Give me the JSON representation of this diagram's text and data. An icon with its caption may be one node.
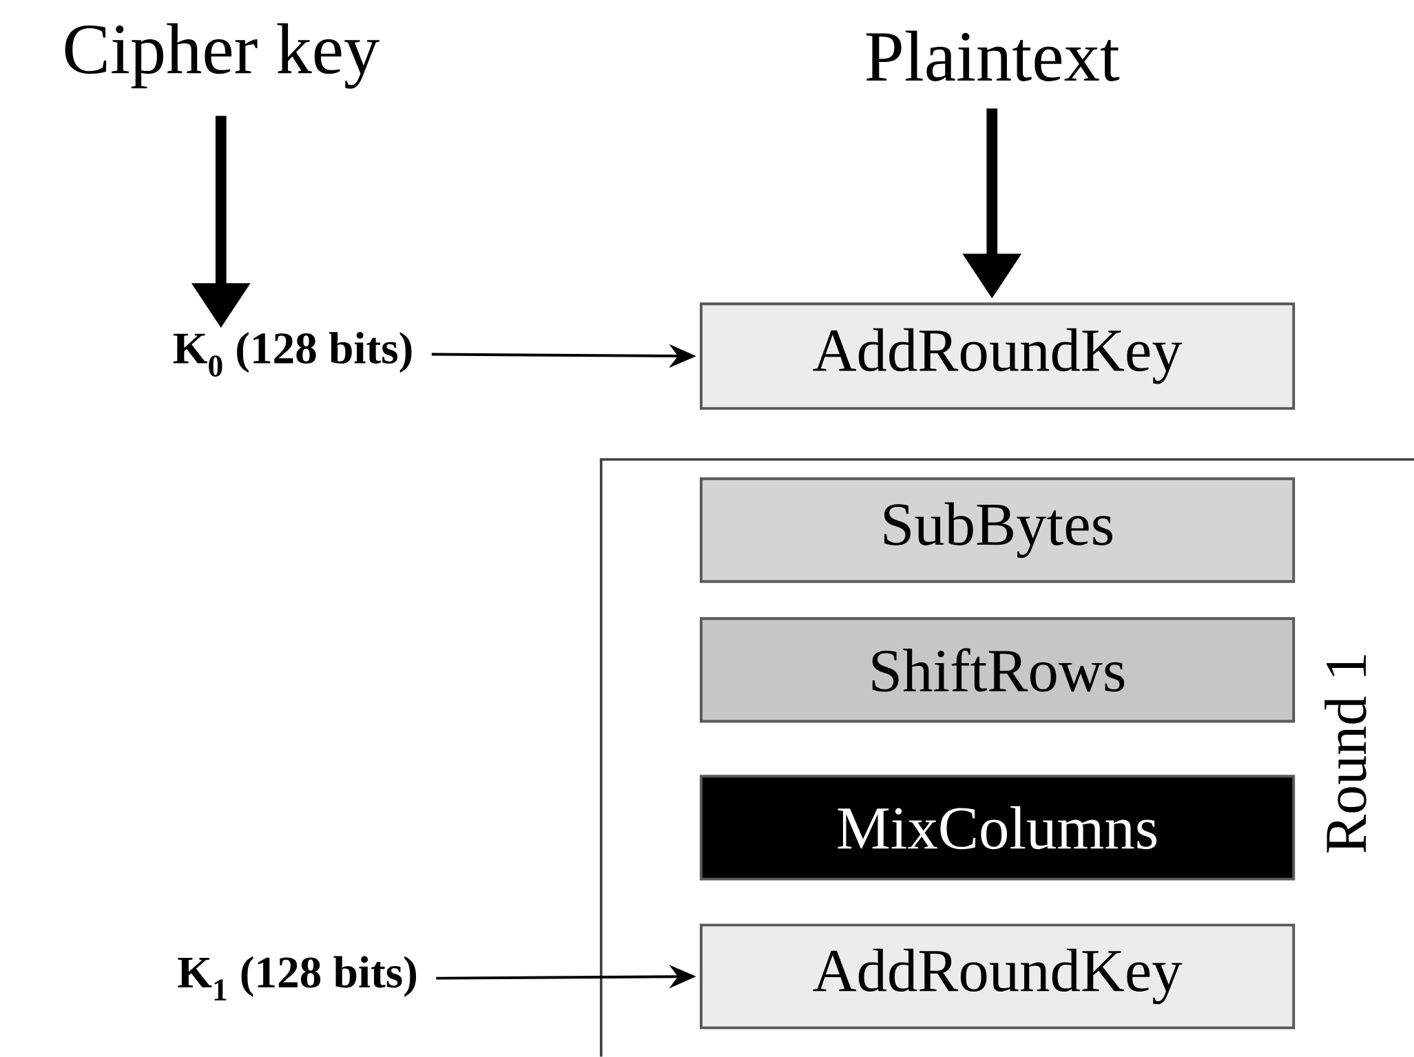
{
  "diagram": {
    "nodes": [
      {
        "text": [
          "Cipher key"
        ]
      },
      {
        "text": [
          "Plaintext"
        ]
      },
      {
        "text": [
          "K$_{0}$ (128 bits)"
        ]
      },
      {
        "text": [
          "AddRoundKey"
        ]
      },
      {
        "text": [
          "Round 1"
        ]
      },
      {
        "text": [
          "SubBytes"
        ],
        "in": 4
      },
      {
        "text": [
          "ShiftRows"
        ],
        "in": 4
      },
      {
        "text": [
          "MixColumns"
        ],
        "in": 4
      },
      {
        "text": [
          "AddRoundKey"
        ],
        "in": 4
      },
      {
        "text": [
          "K$_{1}$ (128 bits)"
        ]
      }
    ],
    "edges": [
      {
        "from": 0,
        "to": 2,
        "arrow": "to",
        "style": "thick"
      },
      {
        "from": 1,
        "to": 3,
        "arrow": "to",
        "style": "thick"
      },
      {
        "from": 2,
        "to": 3,
        "arrow": "to"
      },
      {
        "from": 9,
        "to": 8,
        "arrow": "to"
      }
    ]
  }
}
